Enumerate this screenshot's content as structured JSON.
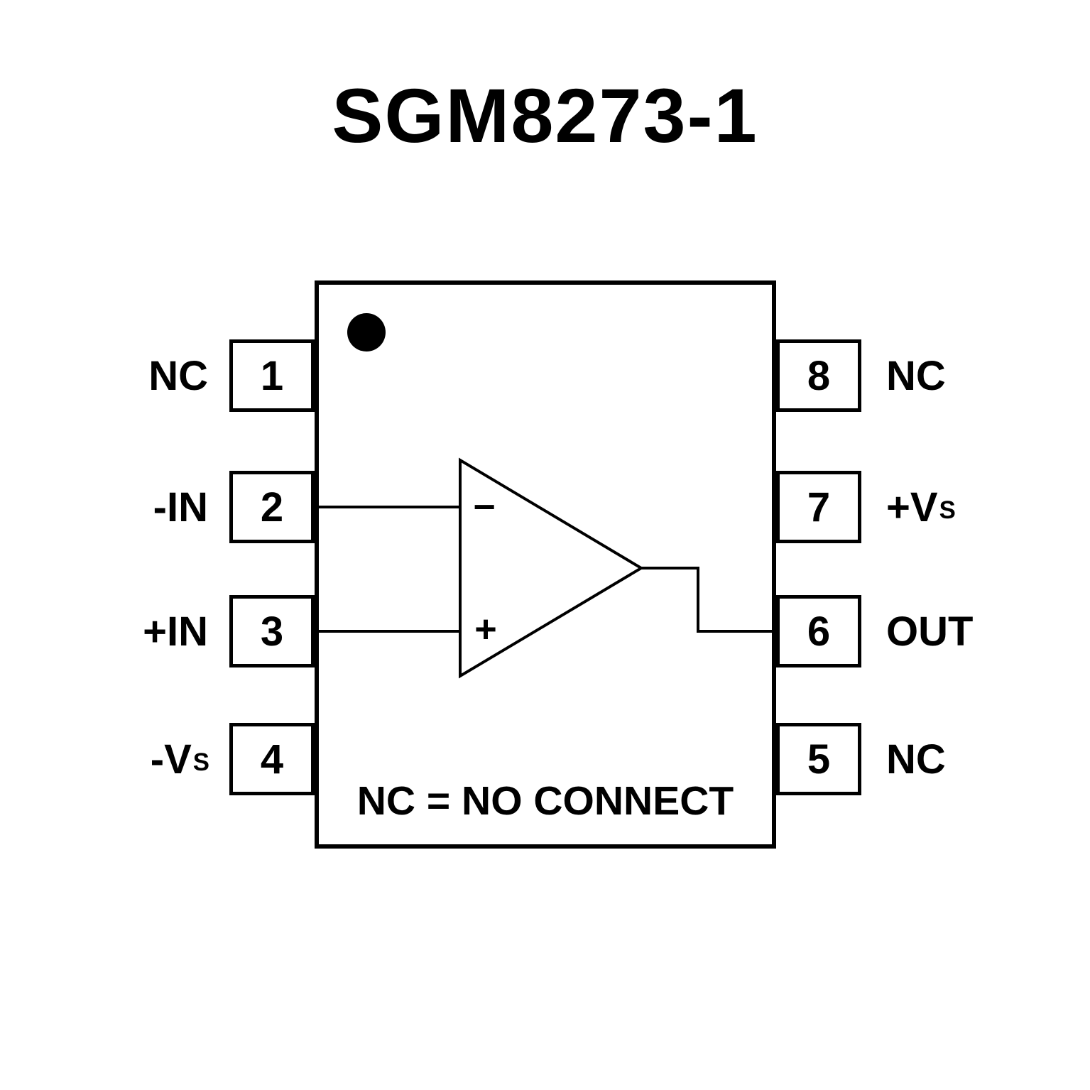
{
  "title": "SGM8273-1",
  "note": "NC = NO CONNECT",
  "colors": {
    "foreground": "#000000",
    "background": "#ffffff"
  },
  "pins": {
    "left": [
      {
        "number": "1",
        "label": "NC"
      },
      {
        "number": "2",
        "label": "-IN"
      },
      {
        "number": "3",
        "label": "+IN"
      },
      {
        "number": "4",
        "label": "-V",
        "sub": "S"
      }
    ],
    "right": [
      {
        "number": "8",
        "label": "NC"
      },
      {
        "number": "7",
        "label": "+V",
        "sub": "S"
      },
      {
        "number": "6",
        "label": "OUT"
      },
      {
        "number": "5",
        "label": "NC"
      }
    ]
  },
  "opamp": {
    "minus_sign": "−",
    "plus_sign": "+"
  }
}
